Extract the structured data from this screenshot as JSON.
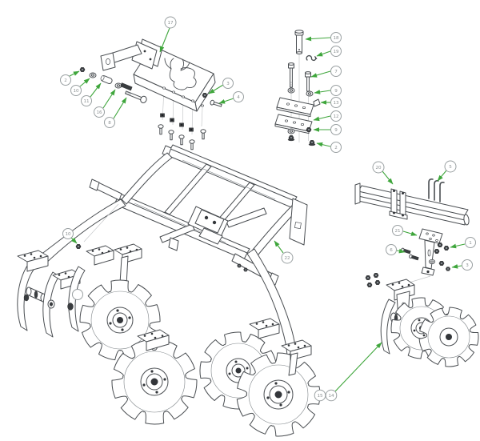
{
  "diagram": {
    "description": "Exploded parts diagram of a disc harrow implement with frame, toolbar, mounting plates, fasteners and notched disc gangs",
    "background": "#ffffff"
  },
  "colors": {
    "line": "#4a4e52",
    "leader_green": "#3fa63c",
    "callout_stroke": "#9aa0a2",
    "callout_text": "#8d9294",
    "dark_part": "#3a3d40"
  },
  "callouts": {
    "c1": "1",
    "c2a": "2",
    "c2b": "2",
    "c3a": "3",
    "c3b": "3",
    "c4": "4",
    "c5": "5",
    "c6": "6",
    "c7": "7",
    "c8": "8",
    "c9a": "9",
    "c9b": "9",
    "c10a": "10",
    "c10b": "10",
    "c11": "11",
    "c12": "12",
    "c13": "13",
    "c14": "14",
    "c15": "15",
    "c16": "16",
    "c17": "17",
    "c18": "18",
    "c19": "19",
    "c20": "20",
    "c21": "21",
    "c22": "22"
  }
}
